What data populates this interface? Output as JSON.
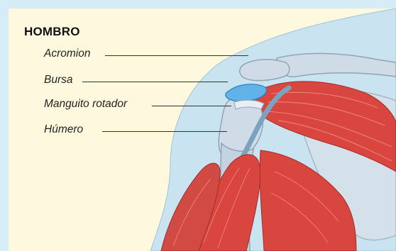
{
  "title": "HOMBRO",
  "labels": [
    {
      "id": "acromion",
      "text": "Acromion"
    },
    {
      "id": "bursa",
      "text": "Bursa"
    },
    {
      "id": "manguito",
      "text": "Manguito rotador"
    },
    {
      "id": "humero",
      "text": "Húmero"
    }
  ],
  "colors": {
    "frame": "#d6ecf6",
    "background": "#fef8de",
    "skin": "#c9e4f0",
    "bone": "#cfdbe6",
    "muscle": "#d9453f",
    "bursa": "#5fb3e8"
  }
}
